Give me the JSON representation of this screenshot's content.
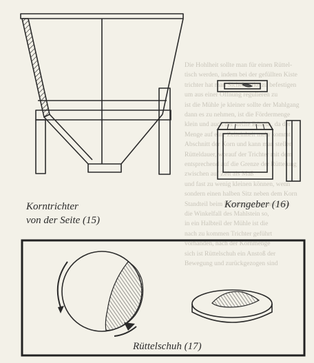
{
  "captions": {
    "funnel_line1": "Korntrichter",
    "funnel_line2": "von der Seite (15)",
    "feeder": "Korngeber (16)",
    "shoe": "Rüttelschuh (17)"
  },
  "background_text_lines": [
    "Die Hohlheit sollte man für einen Rüttel-",
    "tisch werden, indem bei der gefüllten Kiste",
    "trichter hat man Sichelwerke zu befestigen",
    "um aus einer Öffnung regulieren zu",
    "ist die Mühle je kleiner sollte der Mahlgang",
    "dann es zu nehmen, ist die Fördermenge",
    "klein und auch der stellte Rütteln, da der",
    "Menge auf eine Zeiteinheit mehr kommt",
    "Abschnitt der Korn und kann man stellen",
    "Rütteldauer, worauf der Trichter mit dem",
    "entsprechend auf die Grenze der Rüttelung",
    "zwischen auf Zeit als Maß",
    "und fast zu wenig kleinen können, wenn",
    "sondern einen halben Sitz neben dem Korn",
    "Standteil beim Rüttelschuh mit leichtem",
    "die Winkelfall des Mahlstein so,",
    "in ein Halbteil der Mühle ist die",
    "nach zu kommen Trichter geführt",
    "vorhanden, nach der Kornmenge",
    "sich ist Rüttelschuh ein Anstoß der",
    "Bewegung und zurückgezogen sind"
  ],
  "colors": {
    "paper": "#f3f1e8",
    "ink": "#2a2a2a",
    "ghost_text": "#c9c5ba"
  }
}
